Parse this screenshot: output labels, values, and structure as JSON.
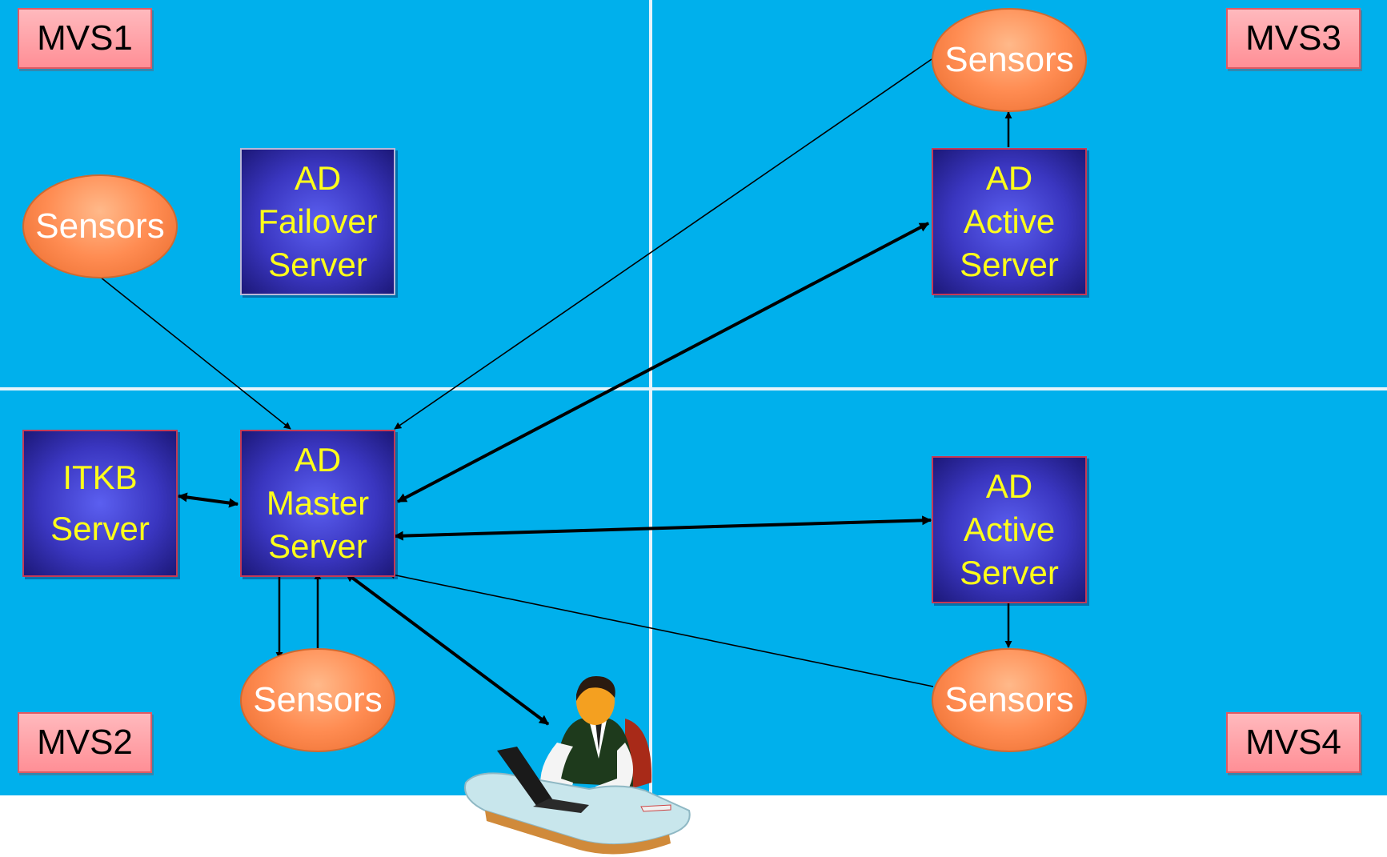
{
  "zones": {
    "mvs1": "MVS1",
    "mvs2": "MVS2",
    "mvs3": "MVS3",
    "mvs4": "MVS4"
  },
  "servers": {
    "failover": [
      "AD",
      "Failover",
      "Server"
    ],
    "itkb": [
      "ITKB",
      "Server"
    ],
    "master": [
      "AD",
      "Master",
      "Server"
    ],
    "active_mvs3": [
      "AD",
      "Active",
      "Server"
    ],
    "active_mvs4": [
      "AD",
      "Active",
      "Server"
    ]
  },
  "sensors": {
    "mvs1": "Sensors",
    "mvs2": "Sensors",
    "mvs3": "Sensors",
    "mvs4": "Sensors"
  },
  "colors": {
    "background": "#00b0ec",
    "server_text": "#ffff1a",
    "sensor_fill": "#ff8c52",
    "zone_label_fill": "#ffa6ab"
  },
  "icons": {
    "user": "person-at-laptop-icon"
  }
}
